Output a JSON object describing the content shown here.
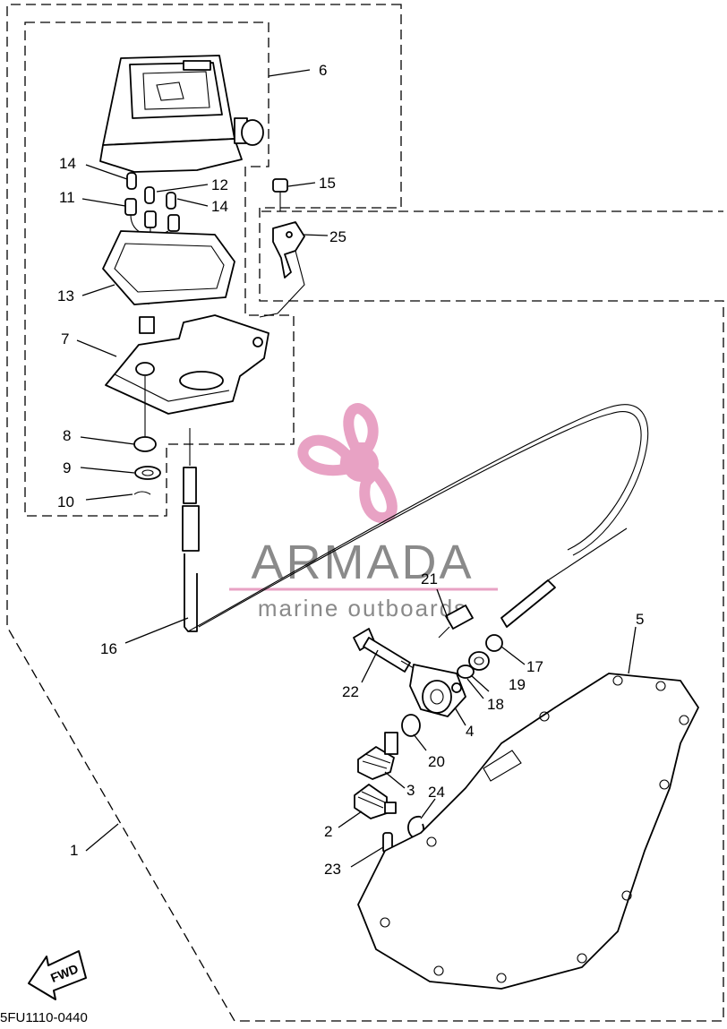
{
  "diagram": {
    "drawing_code": "5FU1110-0440",
    "direction_arrow": "FWD",
    "watermark": {
      "brand": "ARMADA",
      "tagline": "marine outboards",
      "logo_icon": "propeller-icon",
      "logo_color": "#e8a2c4",
      "text_color": "#8a8a8a"
    },
    "callouts": [
      {
        "id": "c1",
        "label": "1"
      },
      {
        "id": "c2",
        "label": "2"
      },
      {
        "id": "c3",
        "label": "3"
      },
      {
        "id": "c4",
        "label": "4"
      },
      {
        "id": "c5",
        "label": "5"
      },
      {
        "id": "c6",
        "label": "6"
      },
      {
        "id": "c7",
        "label": "7"
      },
      {
        "id": "c8",
        "label": "8"
      },
      {
        "id": "c9",
        "label": "9"
      },
      {
        "id": "c10",
        "label": "10"
      },
      {
        "id": "c11",
        "label": "11"
      },
      {
        "id": "c12",
        "label": "12"
      },
      {
        "id": "c13",
        "label": "13"
      },
      {
        "id": "c14a",
        "label": "14"
      },
      {
        "id": "c14b",
        "label": "14"
      },
      {
        "id": "c15",
        "label": "15"
      },
      {
        "id": "c16",
        "label": "16"
      },
      {
        "id": "c17",
        "label": "17"
      },
      {
        "id": "c18",
        "label": "18"
      },
      {
        "id": "c19",
        "label": "19"
      },
      {
        "id": "c20",
        "label": "20"
      },
      {
        "id": "c21",
        "label": "21"
      },
      {
        "id": "c22",
        "label": "22"
      },
      {
        "id": "c23",
        "label": "23"
      },
      {
        "id": "c24",
        "label": "24"
      },
      {
        "id": "c25",
        "label": "25"
      }
    ]
  }
}
